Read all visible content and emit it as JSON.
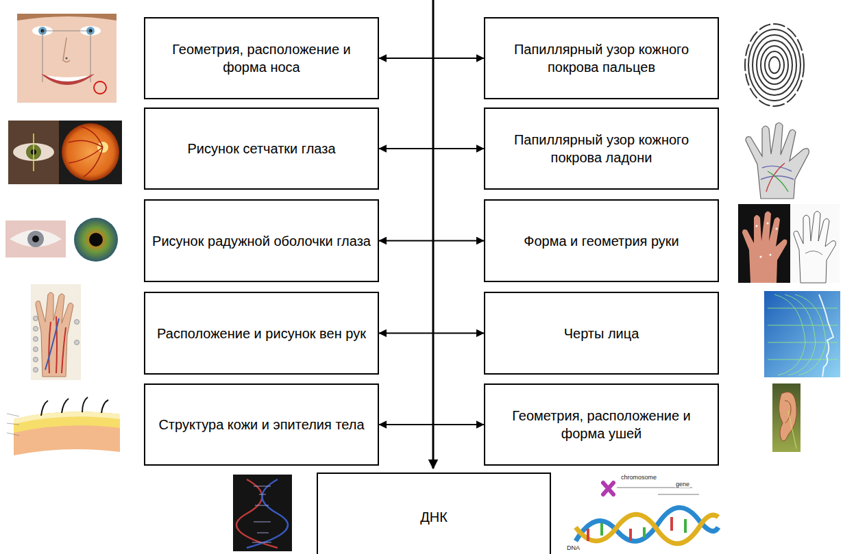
{
  "diagram": {
    "nodes": [
      {
        "text": [
          "Геометрия, расположение и форма носа"
        ]
      },
      {
        "text": [
          "Папиллярный узор кожного покрова пальцев"
        ]
      },
      {
        "text": [
          "Рисунок сетчатки глаза"
        ]
      },
      {
        "text": [
          "Папиллярный узор кожного покрова ладони"
        ]
      },
      {
        "text": [
          "Рисунок радужной оболочки глаза"
        ]
      },
      {
        "text": [
          "Форма и геометрия руки"
        ]
      },
      {
        "text": [
          "Расположение и рисунок вен рук"
        ]
      },
      {
        "text": [
          "Черты лица"
        ]
      },
      {
        "text": [
          "Структура кожи и эпителия тела"
        ]
      },
      {
        "text": [
          "Геометрия, расположение и форма ушей"
        ]
      },
      {
        "text": [
          "ДНК"
        ]
      }
    ],
    "edges": [
      {
        "from": 0,
        "to": 1,
        "arrow": "both"
      },
      {
        "from": 2,
        "to": 3,
        "arrow": "both"
      },
      {
        "from": 4,
        "to": 5,
        "arrow": "both"
      },
      {
        "from": 6,
        "to": 7,
        "arrow": "both"
      },
      {
        "from": 8,
        "to": 9,
        "arrow": "both"
      }
    ],
    "labels": [
      "chromosome",
      "gene",
      "DNA"
    ]
  }
}
